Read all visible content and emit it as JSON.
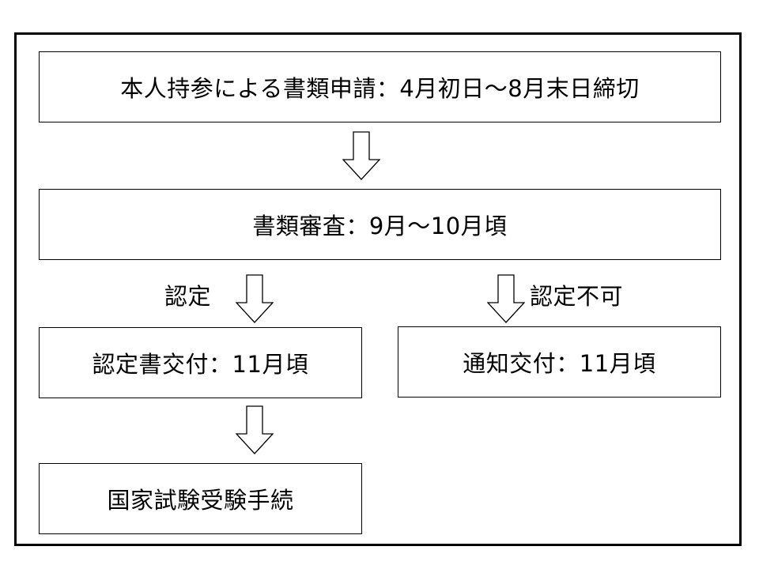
{
  "flow": {
    "application": "本人持参による書類申請：4月初日～8月末日締切",
    "review": "書類審査：9月～10月頃",
    "approved_label": "認定",
    "rejected_label": "認定不可",
    "certificate": "認定書交付：11月頃",
    "notification": "通知交付：11月頃",
    "exam": "国家試験受験手続"
  }
}
